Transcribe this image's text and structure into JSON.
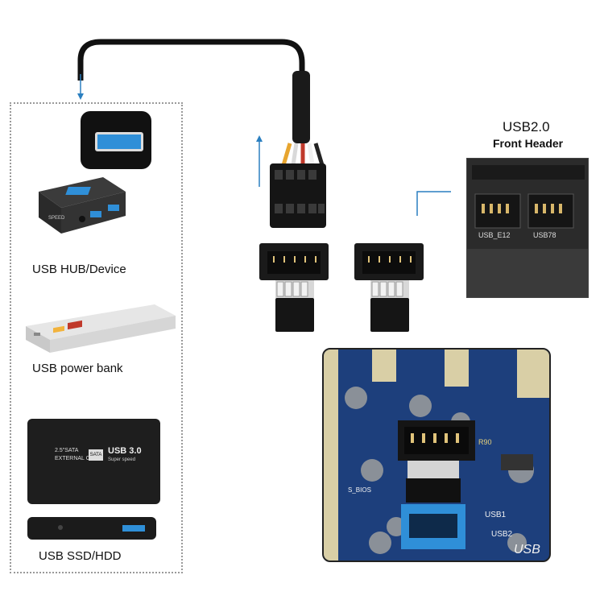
{
  "devices": [
    {
      "id": "hub",
      "label": "USB HUB/Device"
    },
    {
      "id": "powerbank",
      "label": "USB power bank"
    },
    {
      "id": "ssd",
      "label": "USB SSD/HDD"
    }
  ],
  "header": {
    "title": "USB2.0",
    "subtitle": "Front Header"
  },
  "board_text": {
    "header_left": "USB_E12",
    "header_right": "USB78",
    "case_model": "2.5\"SATA",
    "case_type": "EXTERNAL CASE",
    "case_sata": "SATA",
    "case_usb": "USB 3.0",
    "case_speed": "Super speed",
    "hub_tag": "SPEED",
    "mb_usb1": "USB1",
    "mb_usb2": "USB2",
    "mb_sb": "S_BIOS",
    "mb_rs0": "R90",
    "mb_usb": "USB"
  },
  "colors": {
    "usb3_blue": "#2f8fd8",
    "arrow_blue": "#2a7fc0",
    "board_blue": "#1b3d7a",
    "cable": "#111111"
  }
}
